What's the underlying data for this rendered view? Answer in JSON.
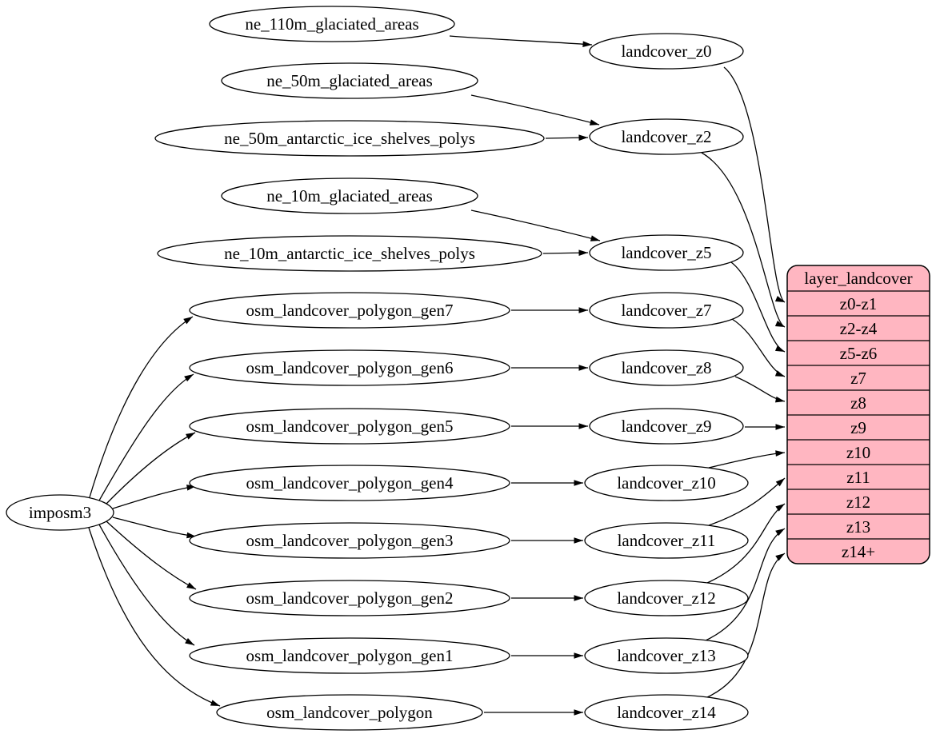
{
  "colors": {
    "record_fill": "#ffb6c1",
    "node_fill": "#ffffff",
    "edge_stroke": "#000000"
  },
  "nodes": {
    "imposm3": "imposm3",
    "ne_110m_glaciated_areas": "ne_110m_glaciated_areas",
    "ne_50m_glaciated_areas": "ne_50m_glaciated_areas",
    "ne_50m_antarctic_ice_shelves_polys": "ne_50m_antarctic_ice_shelves_polys",
    "ne_10m_glaciated_areas": "ne_10m_glaciated_areas",
    "ne_10m_antarctic_ice_shelves_polys": "ne_10m_antarctic_ice_shelves_polys",
    "osm_landcover_polygon_gen7": "osm_landcover_polygon_gen7",
    "osm_landcover_polygon_gen6": "osm_landcover_polygon_gen6",
    "osm_landcover_polygon_gen5": "osm_landcover_polygon_gen5",
    "osm_landcover_polygon_gen4": "osm_landcover_polygon_gen4",
    "osm_landcover_polygon_gen3": "osm_landcover_polygon_gen3",
    "osm_landcover_polygon_gen2": "osm_landcover_polygon_gen2",
    "osm_landcover_polygon_gen1": "osm_landcover_polygon_gen1",
    "osm_landcover_polygon": "osm_landcover_polygon",
    "landcover_z0": "landcover_z0",
    "landcover_z2": "landcover_z2",
    "landcover_z5": "landcover_z5",
    "landcover_z7": "landcover_z7",
    "landcover_z8": "landcover_z8",
    "landcover_z9": "landcover_z9",
    "landcover_z10": "landcover_z10",
    "landcover_z11": "landcover_z11",
    "landcover_z12": "landcover_z12",
    "landcover_z13": "landcover_z13",
    "landcover_z14": "landcover_z14"
  },
  "record": {
    "title": "layer_landcover",
    "rows": [
      "z0-z1",
      "z2-z4",
      "z5-z6",
      "z7",
      "z8",
      "z9",
      "z10",
      "z11",
      "z12",
      "z13",
      "z14+"
    ]
  },
  "edges": [
    [
      "ne_110m_glaciated_areas",
      "landcover_z0"
    ],
    [
      "ne_50m_glaciated_areas",
      "landcover_z2"
    ],
    [
      "ne_50m_antarctic_ice_shelves_polys",
      "landcover_z2"
    ],
    [
      "ne_10m_glaciated_areas",
      "landcover_z5"
    ],
    [
      "ne_10m_antarctic_ice_shelves_polys",
      "landcover_z5"
    ],
    [
      "imposm3",
      "osm_landcover_polygon_gen7"
    ],
    [
      "imposm3",
      "osm_landcover_polygon_gen6"
    ],
    [
      "imposm3",
      "osm_landcover_polygon_gen5"
    ],
    [
      "imposm3",
      "osm_landcover_polygon_gen4"
    ],
    [
      "imposm3",
      "osm_landcover_polygon_gen3"
    ],
    [
      "imposm3",
      "osm_landcover_polygon_gen2"
    ],
    [
      "imposm3",
      "osm_landcover_polygon_gen1"
    ],
    [
      "imposm3",
      "osm_landcover_polygon"
    ],
    [
      "osm_landcover_polygon_gen7",
      "landcover_z7"
    ],
    [
      "osm_landcover_polygon_gen6",
      "landcover_z8"
    ],
    [
      "osm_landcover_polygon_gen5",
      "landcover_z9"
    ],
    [
      "osm_landcover_polygon_gen4",
      "landcover_z10"
    ],
    [
      "osm_landcover_polygon_gen3",
      "landcover_z11"
    ],
    [
      "osm_landcover_polygon_gen2",
      "landcover_z12"
    ],
    [
      "osm_landcover_polygon_gen1",
      "landcover_z13"
    ],
    [
      "osm_landcover_polygon",
      "landcover_z14"
    ],
    [
      "landcover_z0",
      "layer_landcover:z0-z1"
    ],
    [
      "landcover_z2",
      "layer_landcover:z2-z4"
    ],
    [
      "landcover_z5",
      "layer_landcover:z5-z6"
    ],
    [
      "landcover_z7",
      "layer_landcover:z7"
    ],
    [
      "landcover_z8",
      "layer_landcover:z8"
    ],
    [
      "landcover_z9",
      "layer_landcover:z9"
    ],
    [
      "landcover_z10",
      "layer_landcover:z10"
    ],
    [
      "landcover_z11",
      "layer_landcover:z11"
    ],
    [
      "landcover_z12",
      "layer_landcover:z12"
    ],
    [
      "landcover_z13",
      "layer_landcover:z13"
    ],
    [
      "landcover_z14",
      "layer_landcover:z14+"
    ]
  ]
}
